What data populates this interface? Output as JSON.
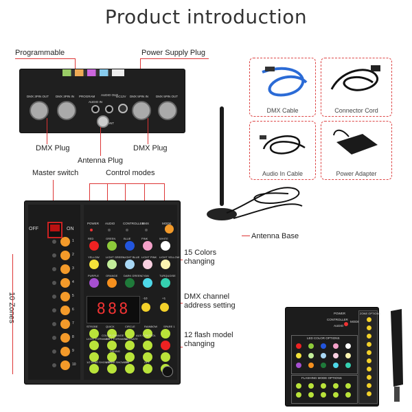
{
  "title": "Product introduction",
  "callouts": {
    "programmable": "Programmable",
    "power_supply_plug": "Power Supply Plug",
    "dmx_plug_left": "DMX Plug",
    "dmx_plug_right": "DMX Plug",
    "antenna_plug": "Antenna Plug",
    "master_switch": "Master switch",
    "control_modes": "Control modes",
    "zones": "10 Zones",
    "colors": [
      "15 Colors",
      "changing"
    ],
    "dmx_address": [
      "DMX channel",
      "address setting"
    ],
    "flash_modes": [
      "12 flash model",
      "changing"
    ],
    "antenna_base": "Antenna Base"
  },
  "accessories": [
    "DMX Cable",
    "Connector Cord",
    "Audio In Cable",
    "Power Adapter"
  ],
  "rear_panel": {
    "ports": [
      "DMX 3PIN OUT",
      "DMX 3PIN IN",
      "PROGRAM",
      "AUDIO IN",
      "AUDIO OUT",
      "DC12V",
      "DMX 5PIN IN",
      "DMX 5PIN OUT"
    ],
    "ant": "ANT"
  },
  "front_panel": {
    "switch_off": "OFF",
    "switch_on": "ON",
    "modes": [
      "POWER",
      "AUDIO",
      "CONTROLLER",
      "DMX",
      "MODE"
    ],
    "colors": [
      "RED",
      "GREEN",
      "BLUE",
      "PINK",
      "WHITE",
      "YELLOW",
      "LIGHT GREEN",
      "LIGHT BLUE",
      "LIGHT PINK",
      "LIGHT YELLOW",
      "PURPLE",
      "ORANGE",
      "DARK GREEN",
      "CYAN",
      "TURQUOISE"
    ],
    "display": "888",
    "adjust": [
      "-10",
      "+1"
    ],
    "flash_row1": [
      "STROBE",
      "QUICK",
      "CIRCLE",
      "RAINBOW",
      "SPARE 1"
    ],
    "flash_row2": [
      "COLOR CHANGE",
      "AUX CONTROL"
    ],
    "flash_row3": [
      "LIGHT FORWARD",
      "LEFT FORWARD",
      "ACTIVATE"
    ],
    "flash_row4": [
      "FADING"
    ],
    "flash_row5": [
      "1/2 STAR SHOWER",
      "1 STAR SHOWER",
      "ON",
      "OFF"
    ],
    "zone_numbers": [
      "1",
      "2",
      "3",
      "4",
      "5",
      "6",
      "7",
      "8",
      "9",
      "10"
    ]
  },
  "small_panel": {
    "labels": [
      "POWER",
      "CONTROLLER",
      "AUDIO",
      "MODE"
    ],
    "zone_title": "ZONE OPTIONS",
    "led_title": "LED COLOR OPTIONS",
    "flash_title": "FLASHING MODE OPTIONS"
  },
  "colors": {
    "accent_red": "#d33333",
    "orange": "#f39a2a",
    "lime": "#b9e33a"
  }
}
